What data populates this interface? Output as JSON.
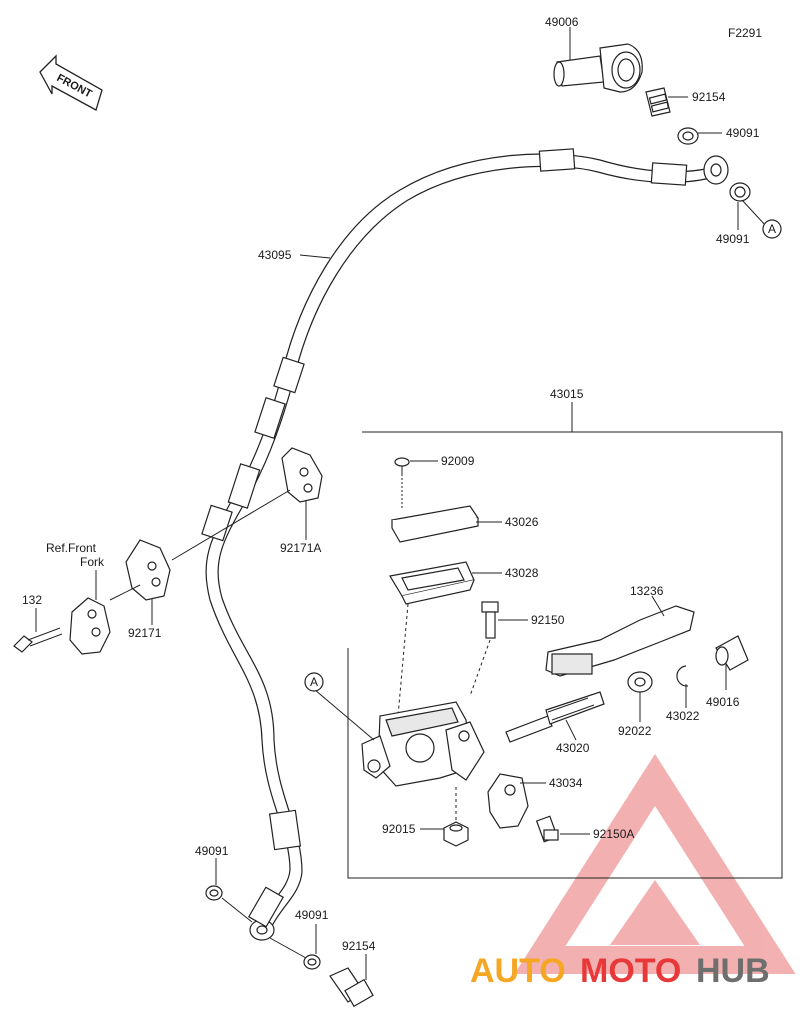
{
  "diagram": {
    "code": "F2291",
    "front_label": "FRONT",
    "ref_label_line1": "Ref.Front",
    "ref_label_line2": "Fork",
    "callout_a": "A",
    "parts": {
      "p49006": "49006",
      "p92154_top": "92154",
      "p49091_a": "49091",
      "p49091_b": "49091",
      "p43095": "43095",
      "p43015": "43015",
      "p92009": "92009",
      "p43026": "43026",
      "p43028": "43028",
      "p92150": "92150",
      "p13236": "13236",
      "p92171A": "92171A",
      "p92171": "92171",
      "p132": "132",
      "p43020": "43020",
      "p92022": "92022",
      "p43022": "43022",
      "p49016": "49016",
      "p43034": "43034",
      "p92015": "92015",
      "p92150A": "92150A",
      "p49091_c": "49091",
      "p49091_d": "49091",
      "p92154_bottom": "92154"
    }
  },
  "watermark": {
    "brand_part1": "AUTO",
    "brand_part2": "MOTO",
    "brand_part3": "HUB",
    "colors": {
      "orange": "#f5a623",
      "red": "#e8393a",
      "gray": "#6e6e6e"
    }
  }
}
